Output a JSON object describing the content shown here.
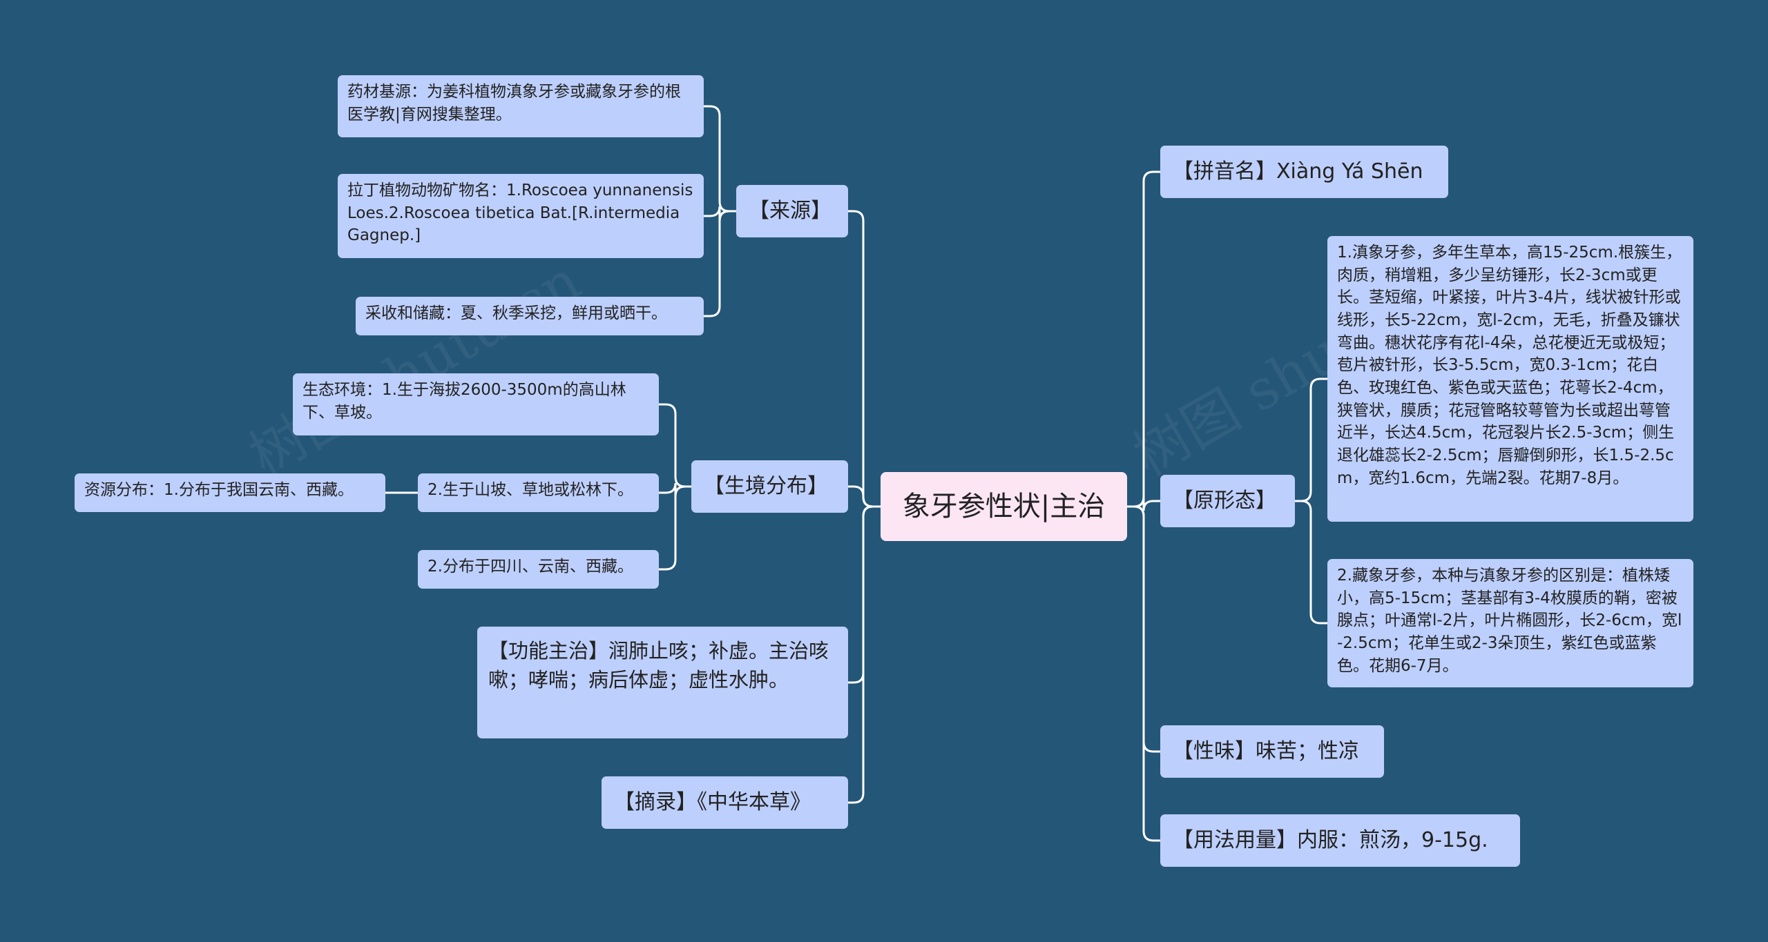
{
  "root": {
    "label": "象牙参性状|主治"
  },
  "left": {
    "source": {
      "label": "【来源】",
      "items": [
        "药材基源：为姜科植物滇象牙参或藏象牙参的根医学教|育网搜集整理。",
        "拉丁植物动物矿物名：1.Roscoea yunnanensis Loes.2.Roscoea tibetica Bat.[R.intermedia Gagnep.]",
        "采收和储藏：夏、秋季采挖，鲜用或晒干。"
      ]
    },
    "habitat": {
      "label": "【生境分布】",
      "items": [
        "生态环境：1.生于海拔2600-3500m的高山林下、草坡。",
        "2.生于山坡、草地或松林下。",
        "2.分布于四川、云南、西藏。"
      ],
      "sub": "资源分布：1.分布于我国云南、西藏。"
    },
    "function": {
      "label": "【功能主治】润肺止咳；补虚。主治咳嗽；哮喘；病后体虚；虚性水肿。"
    },
    "excerpt": {
      "label": "【摘录】《中华本草》"
    }
  },
  "right": {
    "pinyin": {
      "label": "【拼音名】Xiàng Yá Shēn"
    },
    "morphology": {
      "label": "【原形态】",
      "items": [
        "1.滇象牙参，多年生草本，高15-25cm.根簇生，肉质，稍增粗，多少呈纺锤形，长2-3cm或更长。茎短缩，叶紧接，叶片3-4片，线状被针形或线形，长5-22cm，宽l-2cm，无毛，折叠及镰状弯曲。穗状花序有花l-4朵，总花梗近无或极短；苞片被针形，长3-5.5cm，宽0.3-1cm；花白色、玫瑰红色、紫色或天蓝色；花萼长2-4cm，狭管状，膜质；花冠管略较萼管为长或超出萼管近半，长达4.5cm，花冠裂片长2.5-3cm；侧生退化雄蕊长2-2.5cm；唇瓣倒卵形，长1.5-2.5cm，宽约1.6cm，先端2裂。花期7-8月。",
        "2.藏象牙参，本种与滇象牙参的区别是：植株矮小，高5-15cm；茎基部有3-4枚膜质的鞘，密被腺点；叶通常l-2片，叶片椭圆形，长2-6cm，宽l-2.5cm；花单生或2-3朵顶生，紫红色或蓝紫色。花期6-7月。"
      ]
    },
    "taste": {
      "label": "【性味】味苦；性凉"
    },
    "usage": {
      "label": "【用法用量】内服：煎汤，9-15g."
    }
  },
  "watermark": "树图 shutu.cn",
  "colors": {
    "background": "#245677",
    "node": "#bdcffc",
    "root": "#fde6f4",
    "line": "#ffffff"
  }
}
